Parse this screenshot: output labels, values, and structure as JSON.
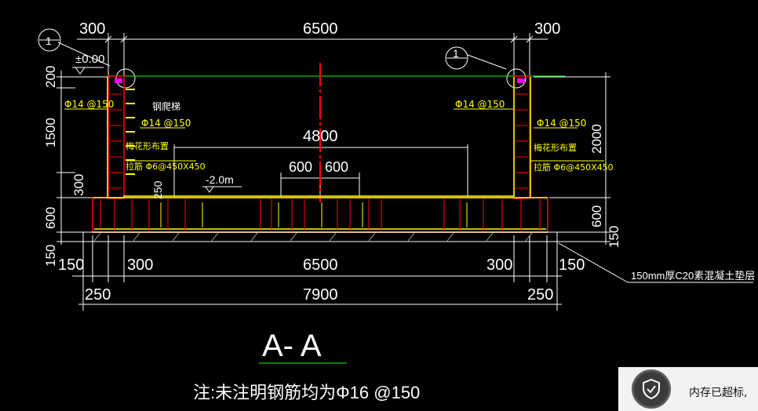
{
  "drawing": {
    "top_dims": {
      "left": "300",
      "middle": "6500",
      "right": "300"
    },
    "markers": {
      "left": "1",
      "right": "1"
    },
    "elevation": "±0.00",
    "left_side_dims": {
      "top": "200",
      "mid": "1500",
      "low": "300",
      "base": "600",
      "pad": "150"
    },
    "right_side_dims": {
      "top": "2000",
      "base": "600",
      "pad": "150"
    },
    "rebar": {
      "left_outer": "Φ14 @150",
      "left_inner": "Φ14 @150",
      "right_outer": "Φ14 @150",
      "right_inner": "Φ14 @150",
      "ladder": "钢爬梯",
      "left_lacing_a": "梅花形布置",
      "left_lacing_b": "拉筋 Φ6@450X450",
      "right_lacing_a": "梅花形布置",
      "right_lacing_b": "拉筋 Φ6@450X450"
    },
    "inner_dims": {
      "span": "4800",
      "gap_left": "600",
      "gap_right": "600",
      "sump_depth": "250"
    },
    "level_mark": "-2.0m",
    "bottom_dims_row1": {
      "outer_left": "150",
      "left": "300",
      "middle": "6500",
      "right": "300",
      "outer_right": "150"
    },
    "bottom_dims_row2": {
      "left": "250",
      "total": "7900",
      "right": "250"
    },
    "pad_note": "150mm厚C20素混凝土垫层",
    "section_title": "A- A",
    "note": "注:未注明钢筋均为Φ16 @150"
  },
  "toast": {
    "icon": "shield-icon",
    "text": "内存已超标,"
  },
  "colors": {
    "background": "#000000",
    "concrete": "#ff0000",
    "rebar": "#ffff00",
    "dims": "#ffffff",
    "grade": "#00ff00"
  }
}
